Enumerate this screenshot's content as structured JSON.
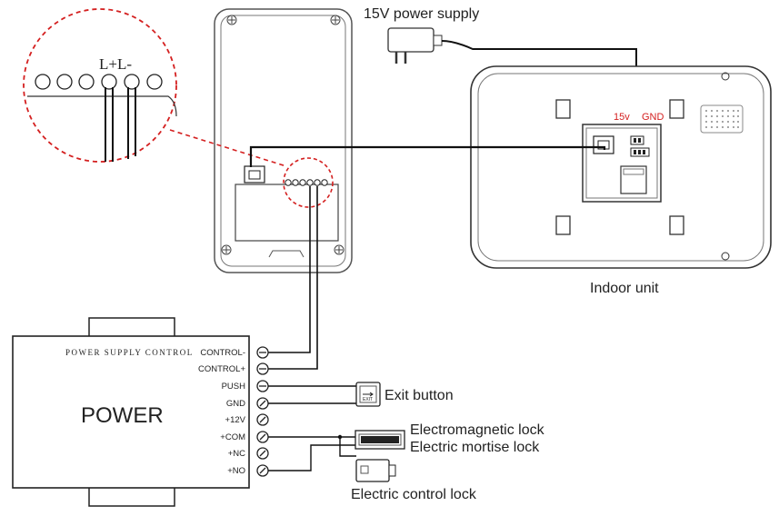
{
  "labels": {
    "power_supply_15v": "15V power supply",
    "indoor_unit": "Indoor unit",
    "exit_button": "Exit button",
    "em_lock": "Electromagnetic lock",
    "mortise_lock": "Electric mortise lock",
    "control_lock": "Electric control lock",
    "zoom_terminals": "L+L-",
    "pin_15v": "15v",
    "pin_gnd": "GND",
    "psu_header": "POWER SUPPLY CONTROL",
    "psu_title": "POWER",
    "exit_button_face": "EXIT"
  },
  "terminals": [
    "CONTROL-",
    "CONTROL+",
    "PUSH",
    "GND",
    "+12V",
    "+COM",
    "+NC",
    "+NO"
  ],
  "colors": {
    "line": "#111111",
    "red_accent": "#d42020",
    "outline": "#555555"
  }
}
